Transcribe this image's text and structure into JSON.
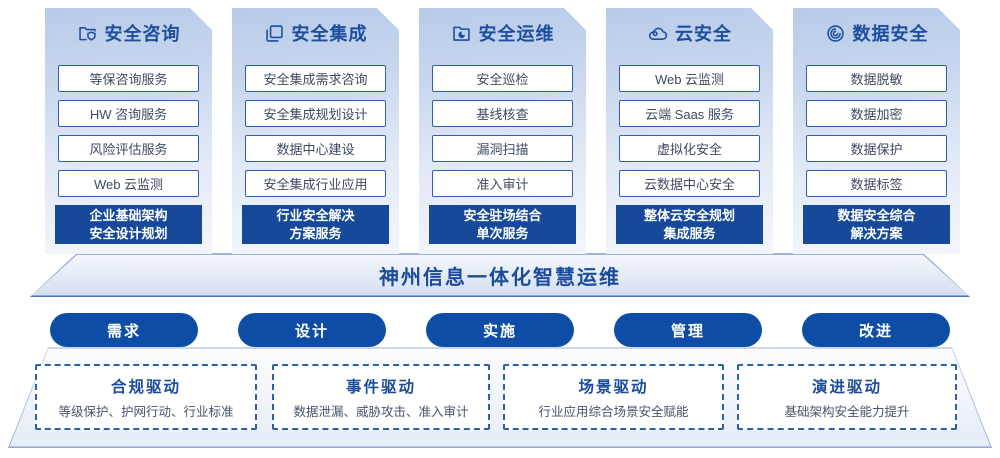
{
  "banner": {
    "title": "神州信息一体化智慧运维"
  },
  "service_columns": [
    {
      "title": "安全咨询",
      "icon": "folder-shield-icon",
      "items": [
        "等保咨询服务",
        "HW 咨询服务",
        "风险评估服务",
        "Web 云监测"
      ],
      "highlight": "企业基础架构\n安全设计规划"
    },
    {
      "title": "安全集成",
      "icon": "stacked-documents-icon",
      "items": [
        "安全集成需求咨询",
        "安全集成规划设计",
        "数据中心建设",
        "安全集成行业应用"
      ],
      "highlight": "行业安全解决\n方案服务"
    },
    {
      "title": "安全运维",
      "icon": "folder-clock-icon",
      "items": [
        "安全巡检",
        "基线核查",
        "漏洞扫描",
        "准入审计"
      ],
      "highlight": "安全驻场结合\n单次服务"
    },
    {
      "title": "云安全",
      "icon": "cloud-icon",
      "items": [
        "Web 云监测",
        "云端 Saas 服务",
        "虚拟化安全",
        "云数据中心安全"
      ],
      "highlight": "整体云安全规划\n集成服务"
    },
    {
      "title": "数据安全",
      "icon": "fingerprint-icon",
      "items": [
        "数据脱敏",
        "数据加密",
        "数据保护",
        "数据标签"
      ],
      "highlight": "数据安全综合\n解决方案"
    }
  ],
  "process_steps": [
    "需求",
    "设计",
    "实施",
    "管理",
    "改进"
  ],
  "drivers": [
    {
      "title": "合规驱动",
      "desc": "等级保护、护网行动、行业标准"
    },
    {
      "title": "事件驱动",
      "desc": "数据泄漏、威胁攻击、准入审计"
    },
    {
      "title": "场景驱动",
      "desc": "行业应用综合场景安全赋能"
    },
    {
      "title": "演进驱动",
      "desc": "基础架构安全能力提升"
    }
  ],
  "colors": {
    "primary_blue": "#1d4f9e",
    "dark_box_bg": "#17499a",
    "pill_bg": "#0d4da5",
    "item_border": "#2e5fae",
    "item_text": "#3e4a61"
  }
}
